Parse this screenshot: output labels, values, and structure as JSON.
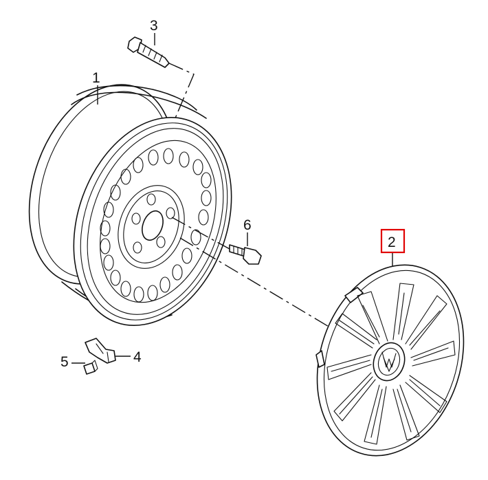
{
  "callouts": [
    {
      "id": "1",
      "label": "1"
    },
    {
      "id": "2",
      "label": "2",
      "highlighted": true
    },
    {
      "id": "3",
      "label": "3"
    },
    {
      "id": "4",
      "label": "4"
    },
    {
      "id": "5",
      "label": "5"
    },
    {
      "id": "6",
      "label": "6"
    }
  ],
  "colors": {
    "line": "#111111",
    "background": "#ffffff",
    "highlight": "#e00000"
  },
  "parts": {
    "p1": "steel-wheel-rim",
    "p2": "wheel-hubcap",
    "p3": "valve-stem",
    "p4": "balance-weight-clip",
    "p5": "balance-weight",
    "p6": "wheel-bolt"
  }
}
